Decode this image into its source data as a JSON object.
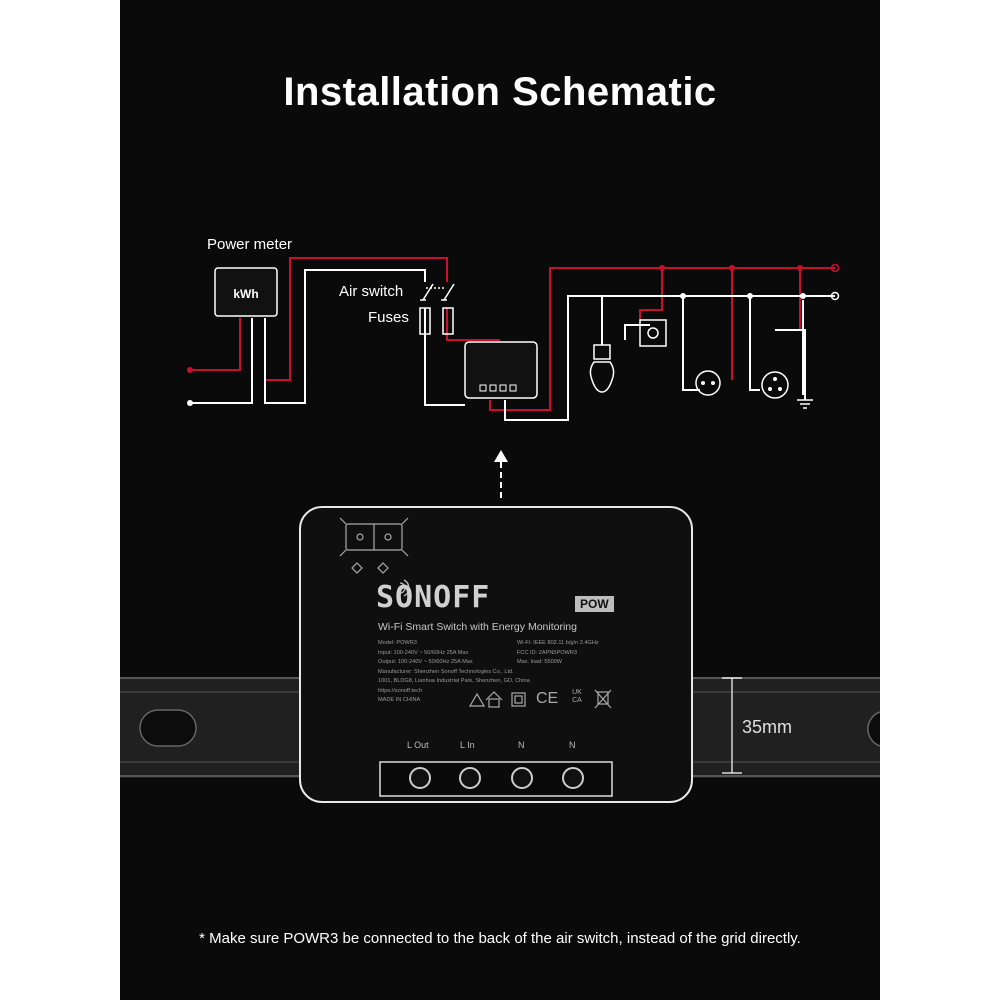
{
  "title": "Installation Schematic",
  "labels": {
    "power_meter": "Power meter",
    "kwh": "kWh",
    "air_switch": "Air switch",
    "fuses": "Fuses"
  },
  "device": {
    "brand": "SONOFF",
    "badge": "POW",
    "subtitle": "Wi-Fi Smart Switch with Energy Monitoring",
    "spec_left": [
      "Model: POWR3",
      "Input: 100-240V ~ 50/60Hz 25A Max",
      "Output: 100-240V ~ 50/60Hz 25A Max",
      "Manufacturer: Shenzhen Sonoff Technologies Co., Ltd.",
      "1001, BLDG8, Lianhua Industrial Park, Shenzhen, GD, China",
      "https://sonoff.tech",
      "MADE IN CHINA"
    ],
    "spec_right": [
      "Wi-Fi: IEEE 802.11 b/g/n 2.4GHz",
      "FCC ID: 2APN5POWR3",
      "Max. load: 5500W"
    ],
    "cert_marks": [
      "CE",
      "UK CA"
    ],
    "terminals": [
      "L Out",
      "L In",
      "N",
      "N"
    ]
  },
  "dimension": "35mm",
  "footnote": "* Make sure POWR3 be connected to the back of the air switch, instead of the grid directly.",
  "colors": {
    "background": "#0a0a0a",
    "live_wire": "#c8102e",
    "neutral_wire": "#ffffff"
  }
}
